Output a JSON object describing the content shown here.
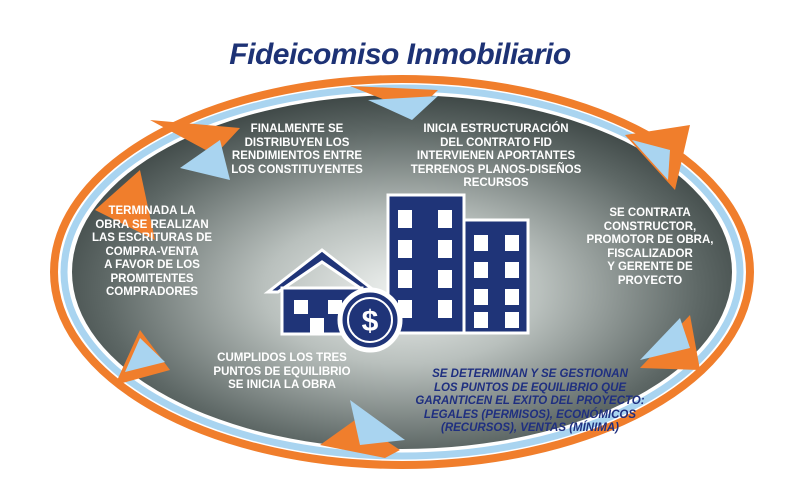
{
  "title": "Fideicomiso Inmobiliario",
  "steps": {
    "top_left": [
      "FINALMENTE SE",
      "DISTRIBUYEN LOS",
      "RENDIMIENTOS ENTRE",
      "LOS CONSTITUYENTES"
    ],
    "top_right": [
      "INICIA ESTRUCTURACIÓN",
      "DEL CONTRATO FID",
      "INTERVIENEN APORTANTES",
      "TERRENOS PLANOS-DISEÑOS",
      "RECURSOS"
    ],
    "right": [
      "SE CONTRATA",
      "CONSTRUCTOR,",
      "PROMOTOR DE OBRA,",
      "FISCALIZADOR",
      "Y GERENTE DE",
      "PROYECTO"
    ],
    "bottom_right": [
      "SE DETERMINAN Y SE GESTIONAN",
      "LOS PUNTOS DE EQUILIBRIO QUE",
      "GARANTICEN EL EXITO DEL PROYECTO:",
      "LEGALES (PERMISOS), ECONÓMICOS",
      "(RECURSOS), VENTAS (MÍNIMA)"
    ],
    "bottom_left": [
      "CUMPLIDOS LOS TRES",
      "PUNTOS DE EQUILIBRIO",
      "SE INICIA LA OBRA"
    ],
    "left": [
      "TERMINADA LA",
      "OBRA SE REALIZAN",
      "LAS ESCRITURAS DE",
      "COMPRA-VENTA",
      "A FAVOR DE LOS",
      "PROMITENTES",
      "COMPRADORES"
    ]
  },
  "icons": {
    "house": "house-icon",
    "buildings": "buildings-icon",
    "money": "dollar-coin-icon"
  },
  "colors": {
    "title": "#1d3275",
    "navy": "#1f3478",
    "orange": "#f07e2c",
    "light_blue": "#a9d4f0",
    "ellipse_dark": "#3d4645",
    "ellipse_light": "#e9ecea"
  }
}
